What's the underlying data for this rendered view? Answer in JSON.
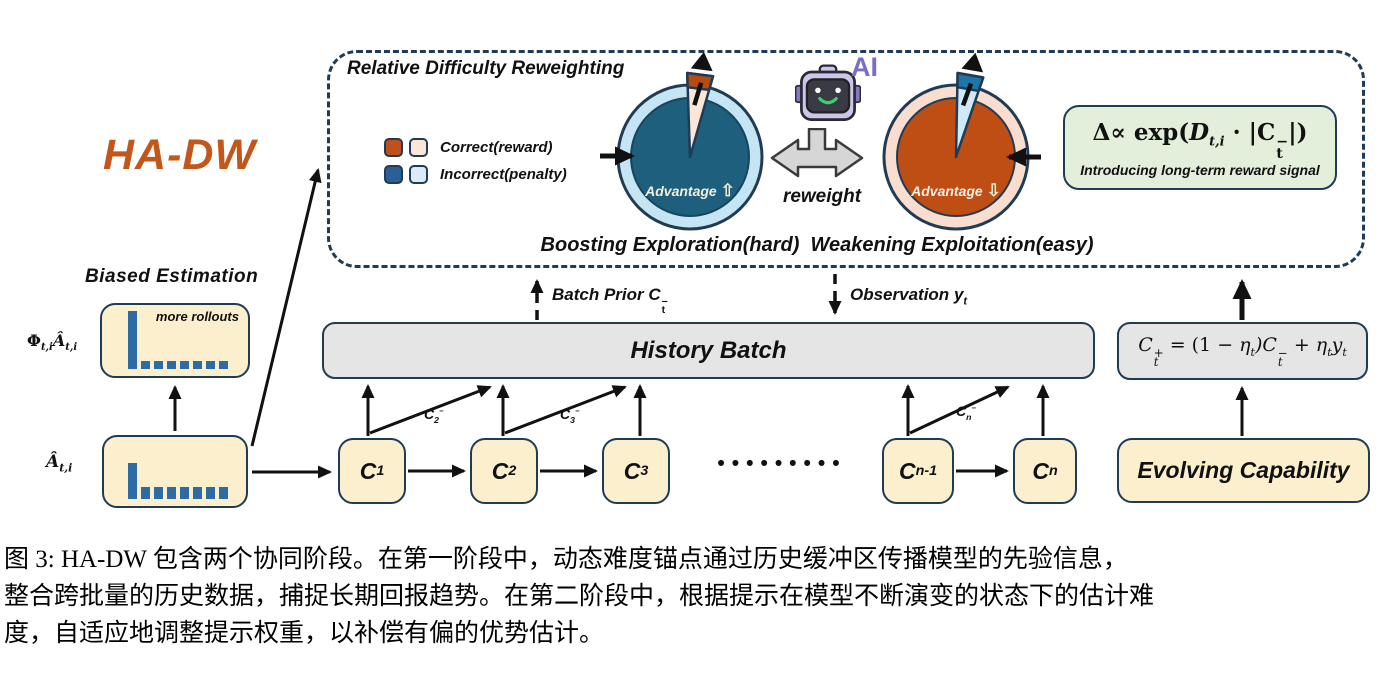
{
  "brand": {
    "title": "HA-DW"
  },
  "panel": {
    "title": "Relative Difficulty Reweighting",
    "legend": [
      {
        "label": "Correct(reward)"
      },
      {
        "label": "Incorrect(penalty)"
      }
    ],
    "gauges": {
      "left": {
        "label": "Advantage",
        "arrow": "⇧"
      },
      "right": {
        "label": "Advantage",
        "arrow": "⇩"
      }
    },
    "robot_label": "AI",
    "reweight_label": "reweight",
    "formula": {
      "p0": "Δ∝",
      "p1": "exp(",
      "p2": "D",
      "p2sub": "t,i",
      "p3": "·",
      "p4": "|C",
      "csup": "−",
      "csub": "t",
      "p5": "|)",
      "subtitle": "Introducing long-term reward signal"
    },
    "bottom_left": "Boosting Exploration(hard)",
    "bottom_right": "Weakening Exploitation(easy)"
  },
  "flows": {
    "batch_prior": {
      "text": "Batch Prior",
      "var": "C",
      "sub": "t",
      "sup": "−"
    },
    "observation": {
      "text": "Observation",
      "var": "y",
      "sub": "t"
    }
  },
  "history_batch": {
    "label": "History Batch"
  },
  "update_rule": {
    "c": "C",
    "csup": "+",
    "csub": "t",
    "eq": "= (1 −",
    "eta1": "η",
    "eta1sub": "t",
    "mid": ")C",
    "msup": "−",
    "msub": "t",
    "plus": "+",
    "eta2": "η",
    "eta2sub": "t",
    "y": "y",
    "ysub": "t"
  },
  "biased_estimation": {
    "title": "Biased Estimation",
    "annotation": "more rollouts",
    "phi_label": {
      "phi": "Φ",
      "phisub": "t,i",
      "a": "Â",
      "asub": "t,i"
    },
    "a_label": {
      "a": "Â",
      "asub": "t,i"
    },
    "phi_bars": [
      58,
      8,
      8,
      8,
      8,
      8,
      8,
      8
    ],
    "a_bars": [
      36,
      12,
      12,
      12,
      12,
      12,
      12,
      12
    ]
  },
  "chain": {
    "nodes": [
      {
        "base": "C",
        "sub": "1"
      },
      {
        "base": "C",
        "sub": "2"
      },
      {
        "base": "C",
        "sub": "3"
      },
      {
        "base": "C",
        "sub": "n-1"
      },
      {
        "base": "C",
        "sub": "n"
      }
    ],
    "edge_labels": [
      {
        "base": "C",
        "sub": "2",
        "sup": "−"
      },
      {
        "base": "C",
        "sub": "3",
        "sup": "−"
      },
      {
        "base": "C",
        "sub": "n",
        "sup": "−"
      }
    ],
    "ellipsis": "•••••••••"
  },
  "evolving": {
    "label": "Evolving Capability"
  },
  "caption": {
    "lines": [
      "图 3: HA-DW 包含两个协同阶段。在第一阶段中，动态难度锚点通过历史缓冲区传播模型的先验信息，",
      "整合跨批量的历史数据，捕捉长期回报趋势。在第二阶段中，根据提示在模型不断演变的状态下的估计难",
      "度，自适应地调整提示权重，以补偿有偏的优势估计。"
    ]
  },
  "colors": {
    "brand_orange": "#C3561A",
    "navy_outline": "#203C55",
    "gauge_left_fill": "#1E5F7E",
    "gauge_left_ring": "#C5E5F5",
    "gauge_left_wedge": "#FBE7D9",
    "gauge_left_tip": "#B8490F",
    "gauge_right_fill": "#BF4E15",
    "gauge_right_ring": "#F9DDCE",
    "gauge_right_wedge": "#CFE9F8",
    "gauge_right_tip": "#1F74A8",
    "legend_correct_dark": "#C0511D",
    "legend_correct_light": "#FAE6D9",
    "legend_incorrect_dark": "#2A5F98",
    "legend_incorrect_light": "#DCE9F6",
    "bar_blue": "#2D6BA5",
    "box_cream": "#FBEFCD",
    "box_gray": "#E5E5E5",
    "formula_green": "#E4EFDB",
    "robot_purple": "#7A6EC6"
  }
}
